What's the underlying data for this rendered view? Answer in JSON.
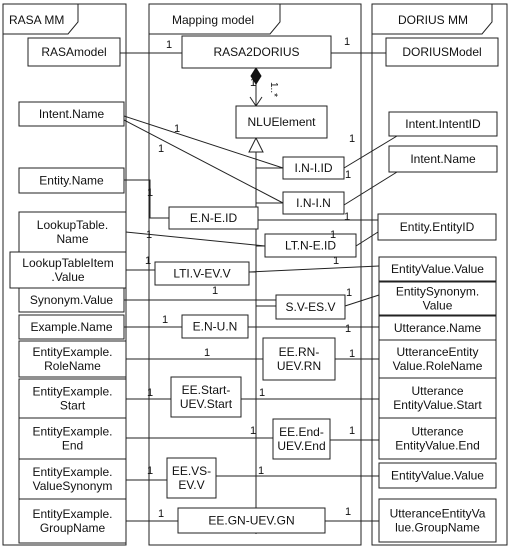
{
  "panels": {
    "rasa": "RASA MM",
    "mapping": "Mapping model",
    "dorius": "DORIUS MM"
  },
  "rasa_classes": [
    [
      "RASAmodel"
    ],
    [
      "Intent.Name"
    ],
    [
      "Entity.Name"
    ],
    [
      "LookupTable.",
      "Name"
    ],
    [
      "LookupTableItem",
      ".Value"
    ],
    [
      "Synonym.Value"
    ],
    [
      "Example.Name"
    ],
    [
      "EntityExample.",
      "RoleName"
    ],
    [
      "EntityExample.",
      "Start"
    ],
    [
      "EntityExample.",
      "End"
    ],
    [
      "EntityExample.",
      "ValueSynonym"
    ],
    [
      "EntityExample.",
      "GroupName"
    ]
  ],
  "mapping_classes": [
    [
      "RASA2DORIUS"
    ],
    [
      "NLUElement"
    ],
    [
      "I.N-I.ID"
    ],
    [
      "I.N-I.N"
    ],
    [
      "E.N-E.ID"
    ],
    [
      "LT.N-E.ID"
    ],
    [
      "LTI.V-EV.V"
    ],
    [
      "S.V-ES.V"
    ],
    [
      "E.N-U.N"
    ],
    [
      "EE.RN-",
      "UEV.RN"
    ],
    [
      "EE.Start-",
      "UEV.Start"
    ],
    [
      "EE.End-",
      "UEV.End"
    ],
    [
      "EE.VS-",
      "EV.V"
    ],
    [
      "EE.GN-UEV.GN"
    ]
  ],
  "dorius_classes": [
    [
      "DORIUSModel"
    ],
    [
      "Intent.IntentID"
    ],
    [
      "Intent.Name"
    ],
    [
      "Entity.EntityID"
    ],
    [
      "EntityValue.Value"
    ],
    [
      "EntitySynonym.",
      "Value"
    ],
    [
      "Utterance.Name"
    ],
    [
      "UtteranceEntity",
      "Value.RoleName"
    ],
    [
      "Utterance",
      "EntityValue.Start"
    ],
    [
      "Utterance",
      "EntityValue.End"
    ],
    [
      "EntityValue.Value"
    ],
    [
      "UtteranceEntityVa",
      "lue.GroupName"
    ]
  ],
  "multiplicities": {
    "one": "1",
    "one_to_many": "1..*"
  }
}
